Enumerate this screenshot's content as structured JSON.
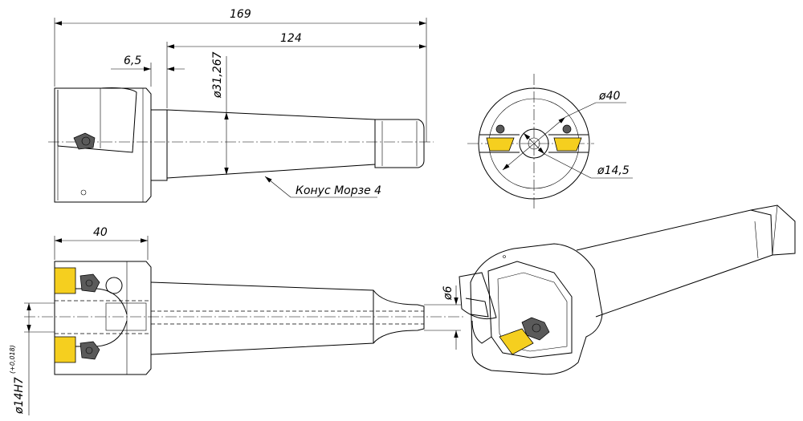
{
  "dimensions": {
    "overall_length": "169",
    "shank_length": "124",
    "collar_width": "6,5",
    "gauge_diameter": "ø31,267",
    "taper_label": "Конус Морзе 4",
    "outer_diameter": "ø40",
    "bore_diameter": "ø14,5",
    "head_length": "40",
    "pin_diameter": "ø6",
    "hole_fit": "ø14H7",
    "hole_tolerance": "(+0,018)"
  },
  "colors": {
    "insert": "#f5cf1f",
    "line": "#000000"
  }
}
